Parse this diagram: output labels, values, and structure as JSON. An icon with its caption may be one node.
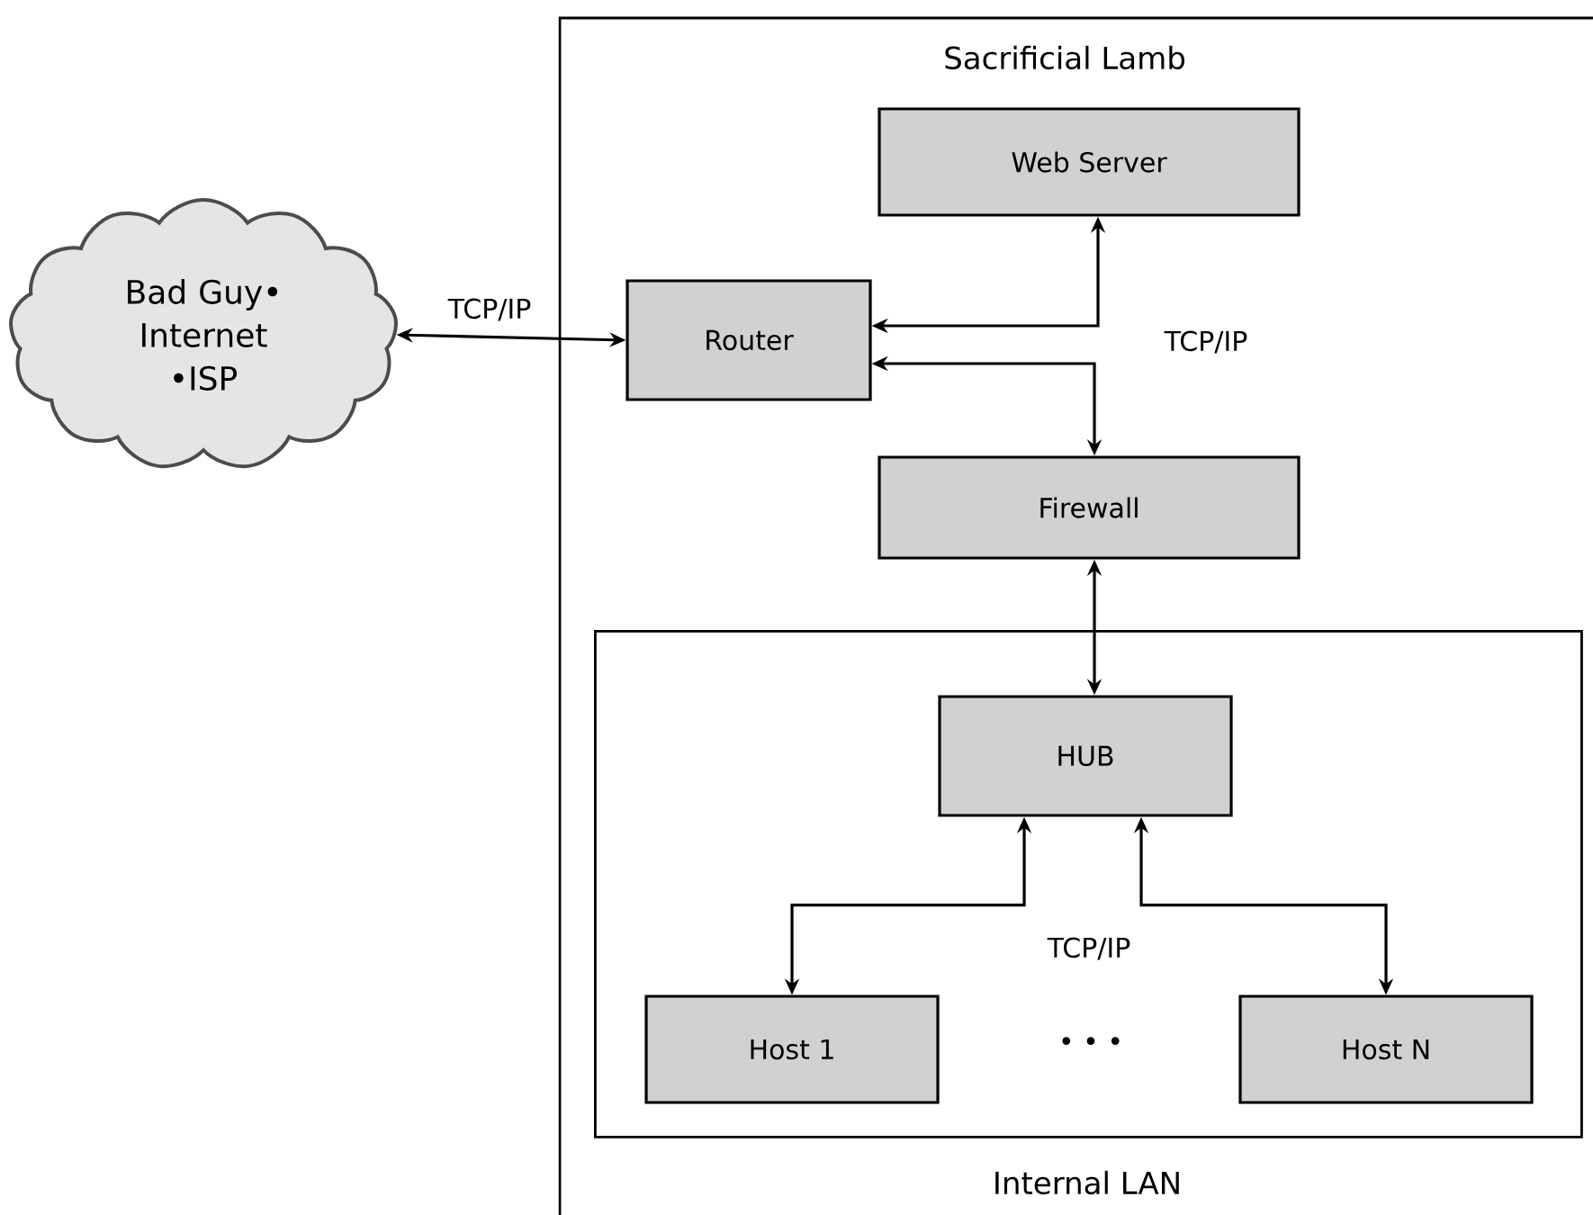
{
  "diagram": {
    "nodes": [
      {
        "text": [
          "Sacrificial Lamb"
        ]
      },
      {
        "text": [
          "Bad Guy• Internet •ISP"
        ]
      },
      {
        "text": [
          "Web Server"
        ],
        "in": 0
      },
      {
        "text": [
          "Router"
        ],
        "in": 0
      },
      {
        "text": [
          "Firewall"
        ],
        "in": 0
      },
      {
        "text": [
          "Internal LAN"
        ],
        "in": 0
      },
      {
        "text": [
          "HUB"
        ],
        "in": 5
      },
      {
        "text": [
          "Host 1"
        ],
        "in": 5
      },
      {
        "text": [
          "Host N"
        ],
        "in": 5
      }
    ],
    "edges": [
      {
        "from": 1,
        "to": 3,
        "arrow": "both",
        "label": "TCP/IP"
      },
      {
        "from": 3,
        "to": 2,
        "arrow": "both"
      },
      {
        "from": 3,
        "to": 4,
        "arrow": "both"
      },
      {
        "from": 4,
        "to": 6,
        "arrow": "both"
      },
      {
        "from": 6,
        "to": 7,
        "arrow": "both"
      },
      {
        "from": 6,
        "to": 8,
        "arrow": "both"
      }
    ],
    "labels": [
      "TCP/IP",
      "TCP/IP",
      "• • •"
    ]
  }
}
